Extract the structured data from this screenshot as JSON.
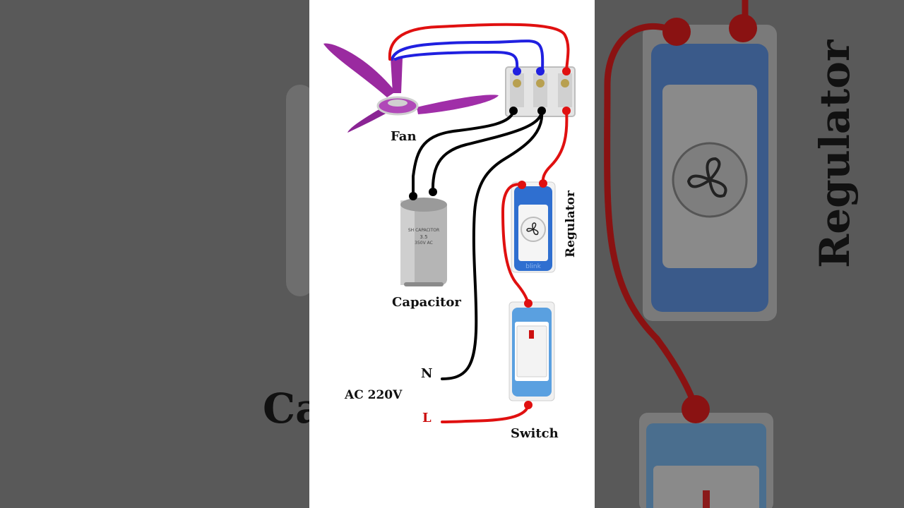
{
  "diagram": {
    "labels": {
      "fan": "Fan",
      "capacitor": "Capacitor",
      "regulator": "Regulator",
      "neutral": "N",
      "supply": "AC 220V",
      "live": "L",
      "switch": "Switch"
    },
    "capacitor_text": {
      "line1": "SH CAPACITOR",
      "line2": "3.5",
      "line3": "350V AC"
    },
    "regulator_brand": "blink",
    "colors": {
      "live_wire": "#e01010",
      "fan_wire": "#2020e0",
      "neutral_wire": "#000000",
      "fan_blade": "#9a2aa0",
      "regulator_body": "#2f6fd0",
      "switch_body": "#5aa0e0",
      "live_label": "#cc1010"
    }
  },
  "background": {
    "regulator_label": "Regulator",
    "capacitor_label_partial": "Ca"
  }
}
